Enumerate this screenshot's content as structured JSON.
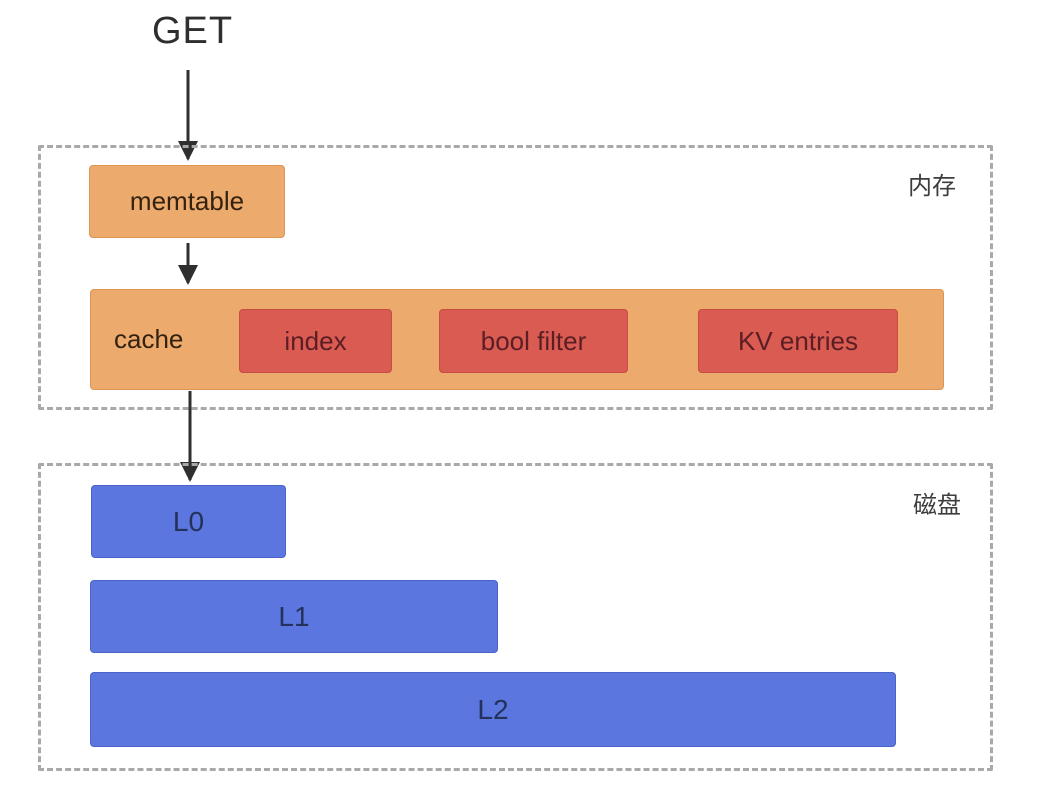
{
  "title": "GET",
  "memory_region": {
    "label": "内存",
    "memtable_label": "memtable",
    "cache": {
      "label": "cache",
      "items": [
        "index",
        "bool filter",
        "KV entries"
      ]
    }
  },
  "disk_region": {
    "label": "磁盘",
    "levels": [
      "L0",
      "L1",
      "L2"
    ]
  },
  "colors": {
    "memory_box": "#ecaa6d",
    "cache_item_box": "#d95b52",
    "disk_level_box": "#5b76de",
    "dashed_border": "#a9a9a9",
    "arrow": "#2f2f2f"
  }
}
